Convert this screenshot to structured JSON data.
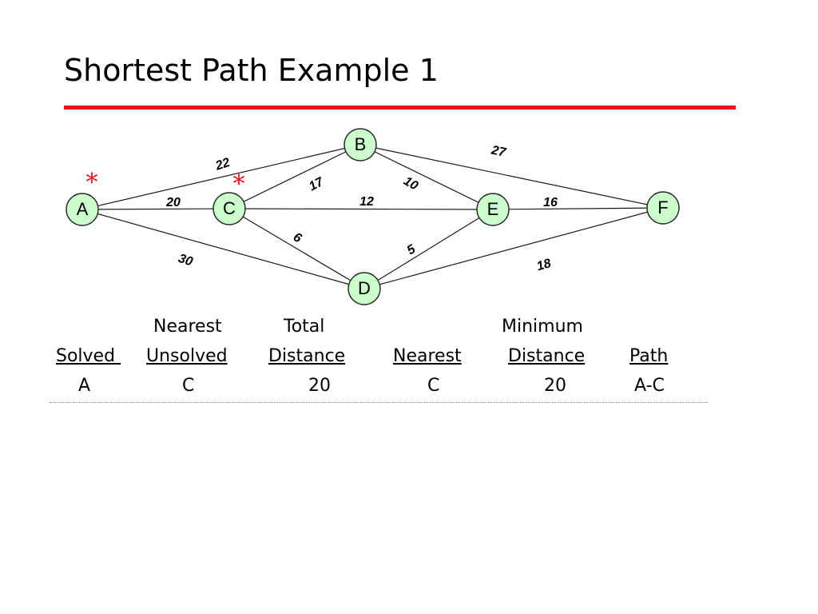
{
  "slide": {
    "title": "Shortest Path Example 1",
    "accent_color": "#e8141c"
  },
  "graph": {
    "node_fill": "#ccffcc",
    "node_stroke": "#2a2a2a",
    "edge_color": "#1a1a1a",
    "marker_color": "#e8141c",
    "marker_symbol": "*",
    "nodes": [
      {
        "id": "A",
        "label": "A"
      },
      {
        "id": "B",
        "label": "B"
      },
      {
        "id": "C",
        "label": "C"
      },
      {
        "id": "D",
        "label": "D"
      },
      {
        "id": "E",
        "label": "E"
      },
      {
        "id": "F",
        "label": "F"
      }
    ],
    "edges": [
      {
        "from": "A",
        "to": "B",
        "weight": "22"
      },
      {
        "from": "A",
        "to": "C",
        "weight": "20"
      },
      {
        "from": "A",
        "to": "D",
        "weight": "30"
      },
      {
        "from": "C",
        "to": "B",
        "weight": "17"
      },
      {
        "from": "C",
        "to": "E",
        "weight": "12"
      },
      {
        "from": "C",
        "to": "D",
        "weight": "6"
      },
      {
        "from": "B",
        "to": "E",
        "weight": "10"
      },
      {
        "from": "B",
        "to": "F",
        "weight": "27"
      },
      {
        "from": "D",
        "to": "E",
        "weight": "5"
      },
      {
        "from": "E",
        "to": "F",
        "weight": "16"
      },
      {
        "from": "D",
        "to": "F",
        "weight": "18"
      }
    ],
    "marked_nodes": [
      "A",
      "C"
    ]
  },
  "table": {
    "header_top": {
      "nearest": "Nearest",
      "total": "Total",
      "minimum": "Minimum"
    },
    "header": {
      "solved": "Solved ",
      "unsolved": "Unsolved",
      "distance": "Distance",
      "nearest": "Nearest",
      "min_distance": "Distance",
      "path": "Path"
    },
    "rows": [
      {
        "solved": "A",
        "unsolved": "C",
        "distance": "20",
        "nearest": "C",
        "min_distance": "20",
        "path": "A-C"
      }
    ]
  }
}
